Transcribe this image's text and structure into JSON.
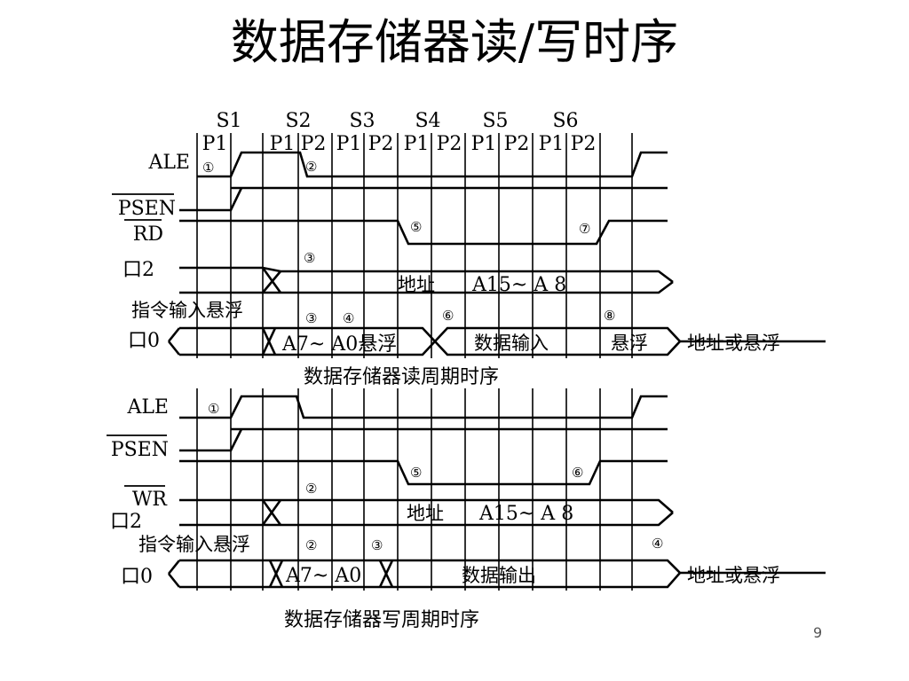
{
  "page": {
    "title": "数据存储器读/写时序",
    "page_number": "9"
  },
  "states": [
    "S1",
    "S2",
    "S3",
    "S4",
    "S5",
    "S6"
  ],
  "phases": [
    "P1",
    "P1",
    "P2",
    "P1",
    "P2",
    "P1",
    "P2",
    "P1",
    "P2",
    "P1",
    "P2"
  ],
  "read_cycle": {
    "caption": "数据存储器读周期时序",
    "signals": {
      "ale": "ALE",
      "psen": "PSEN",
      "rd": "RD",
      "port2": "口2",
      "port0": "口0",
      "instr_float": "指令输入悬浮"
    },
    "port2_bus": {
      "prefix": "地址",
      "addr": "A15~ A 8"
    },
    "port0_segments": {
      "addr_low": "A7~ A0悬浮",
      "data": "数据输入",
      "float": "悬浮",
      "tail": "地址或悬浮"
    },
    "markers": [
      "①",
      "②",
      "③",
      "③",
      "④",
      "⑤",
      "⑥",
      "⑦",
      "⑧"
    ]
  },
  "write_cycle": {
    "caption": "数据存储器写周期时序",
    "signals": {
      "ale": "ALE",
      "psen": "PSEN",
      "wr": "WR",
      "port2": "口2",
      "port0": "口0",
      "instr_float": "指令输入悬浮"
    },
    "port2_bus": {
      "prefix": "地址",
      "addr": "A15~ A 8"
    },
    "port0_segments": {
      "addr_low": "A7~ A0",
      "data": "数据输出",
      "tail": "地址或悬浮"
    },
    "markers": [
      "①",
      "②",
      "②",
      "③",
      "④",
      "⑤",
      "⑥"
    ]
  }
}
